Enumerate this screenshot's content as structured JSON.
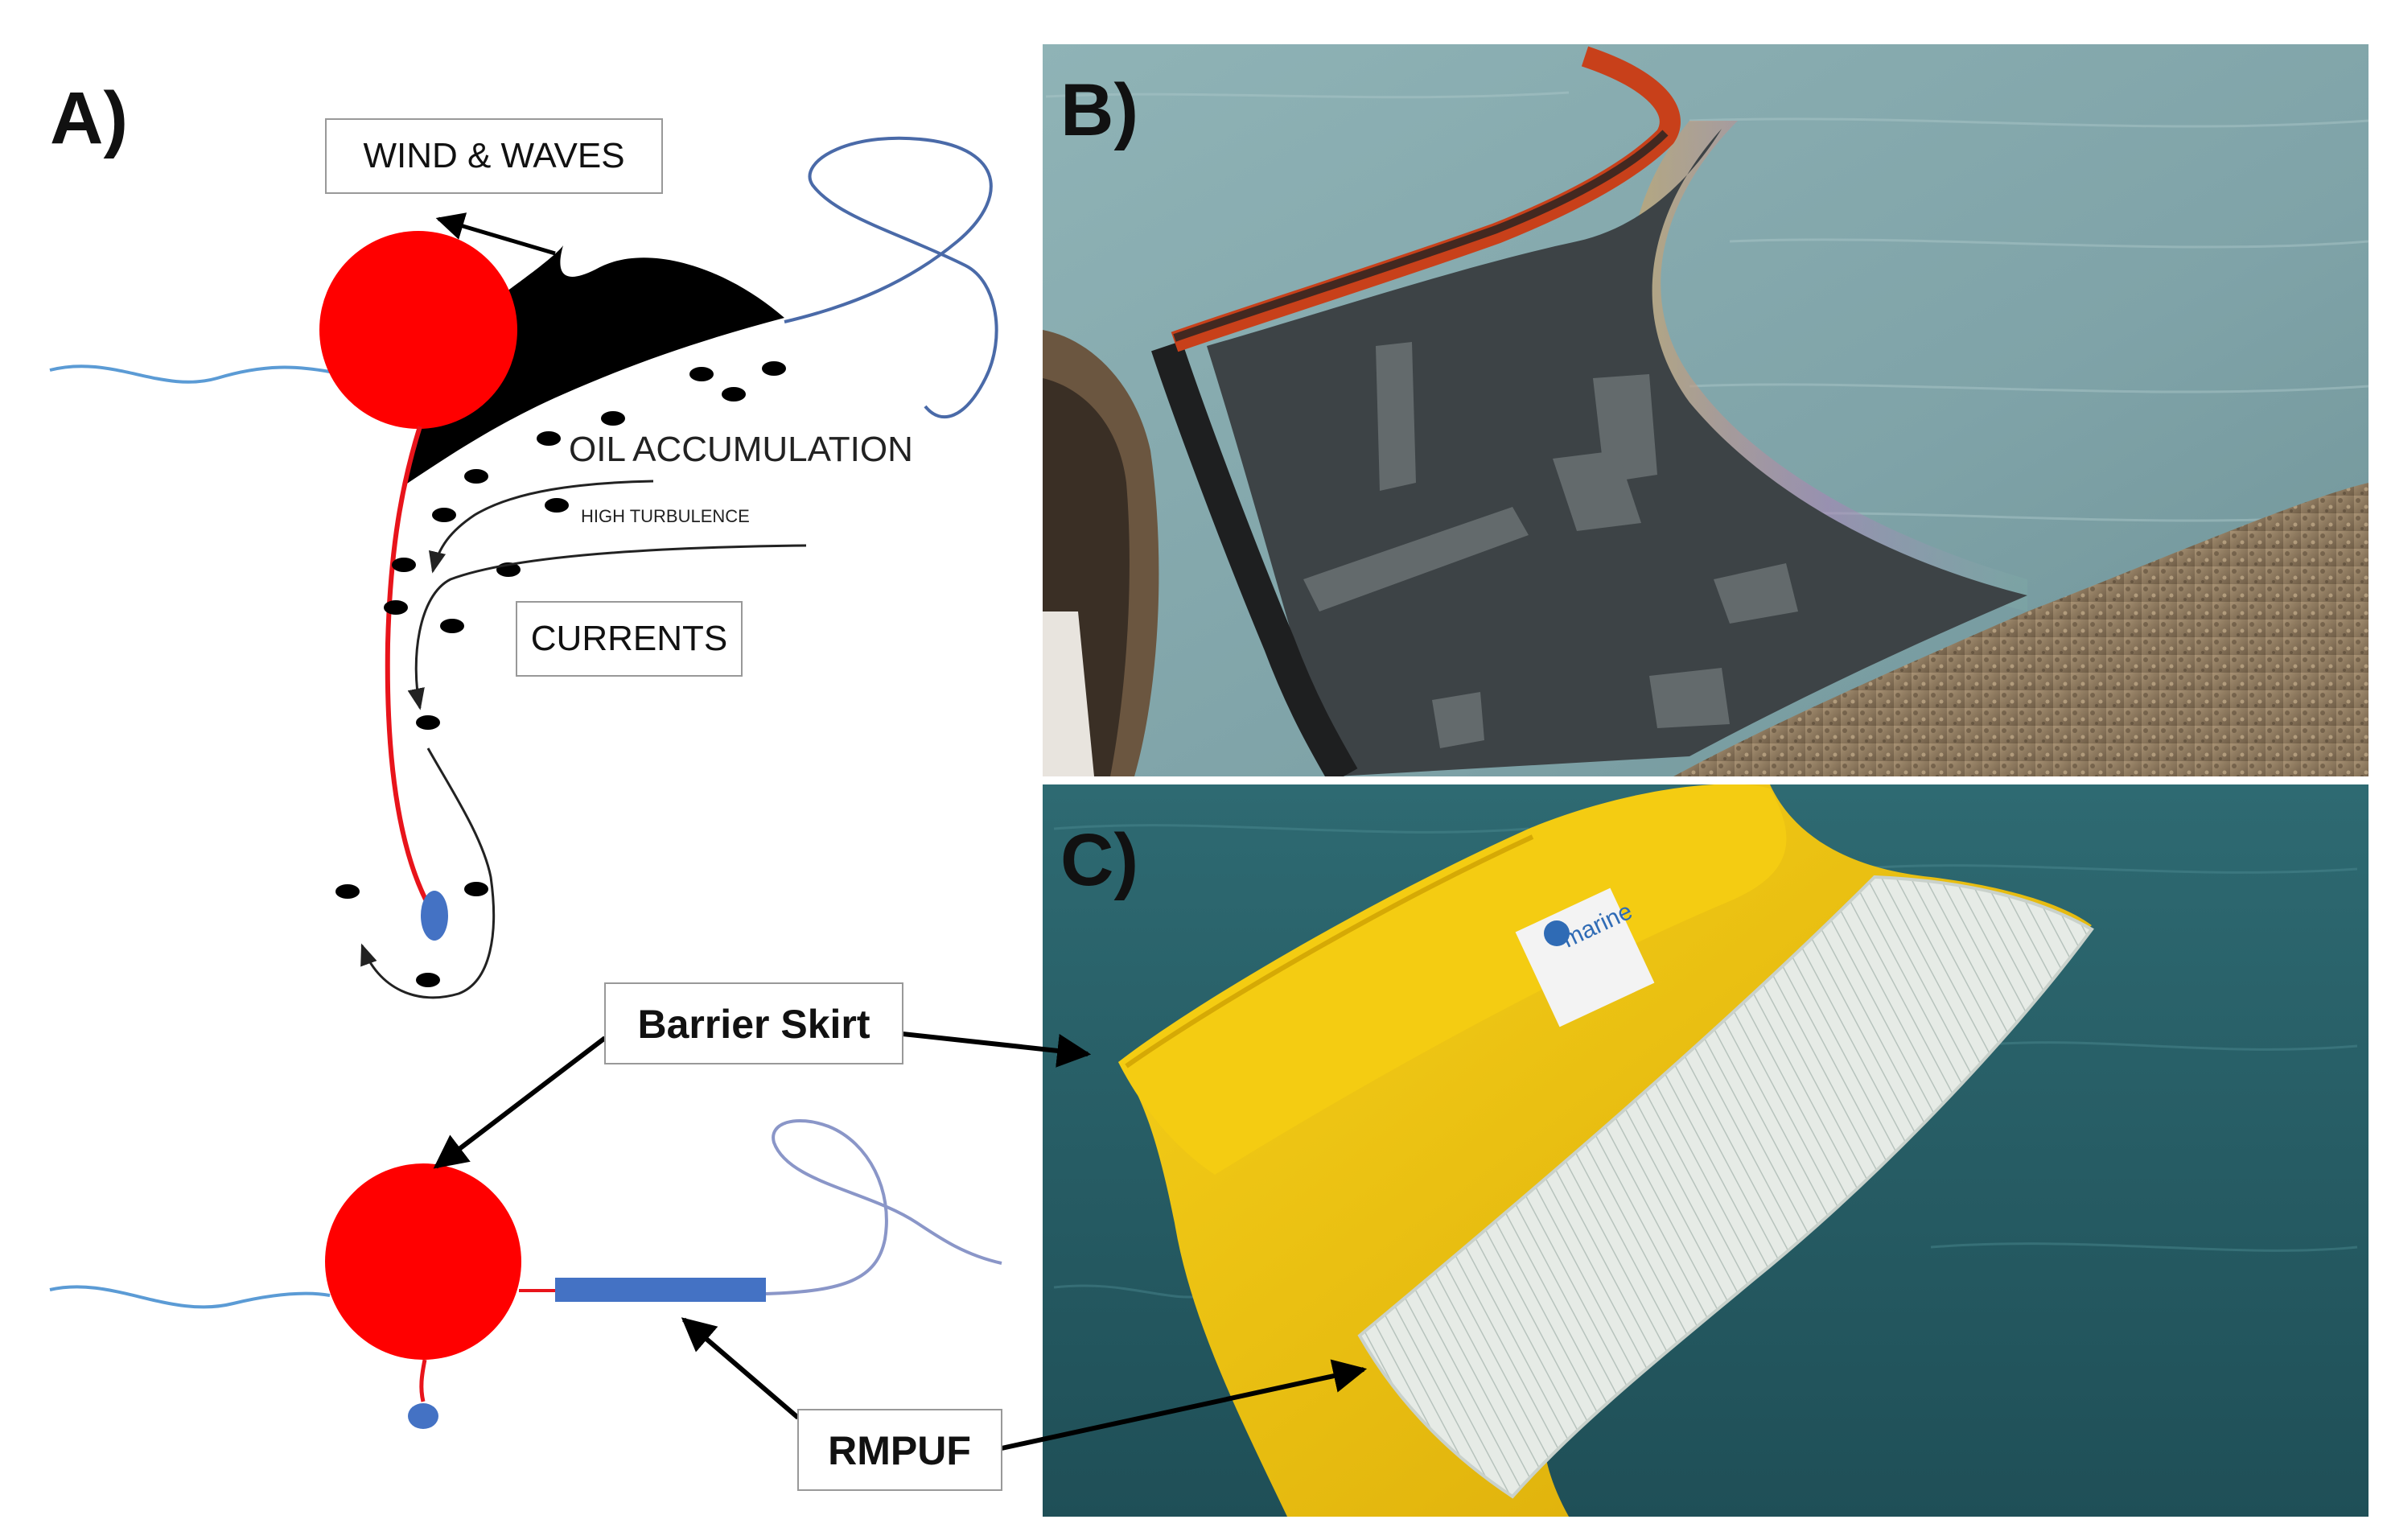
{
  "panels": {
    "a": {
      "letter": "A)"
    },
    "b": {
      "letter": "B)"
    },
    "c": {
      "letter": "C)",
      "brand_text": "marine"
    }
  },
  "labels": {
    "wind_waves": "WIND & WAVES",
    "oil_accumulation": "OIL ACCUMULATION",
    "high_turbulence": "HIGH TURBULENCE",
    "currents": "CURRENTS",
    "barrier_skirt": "Barrier Skirt",
    "rmpuf": "RMPUF"
  },
  "colors": {
    "buoy": "#ff0000",
    "skirt_line": "#e8141b",
    "weight": "#4472c4",
    "rmpuf_bar": "#4472c4",
    "water_line": "#5b9bd5",
    "wave_line": "#4a6aa8",
    "oil": "#000000",
    "boom_yellow": "#f2c20f",
    "boom_orange": "#c8401a"
  }
}
